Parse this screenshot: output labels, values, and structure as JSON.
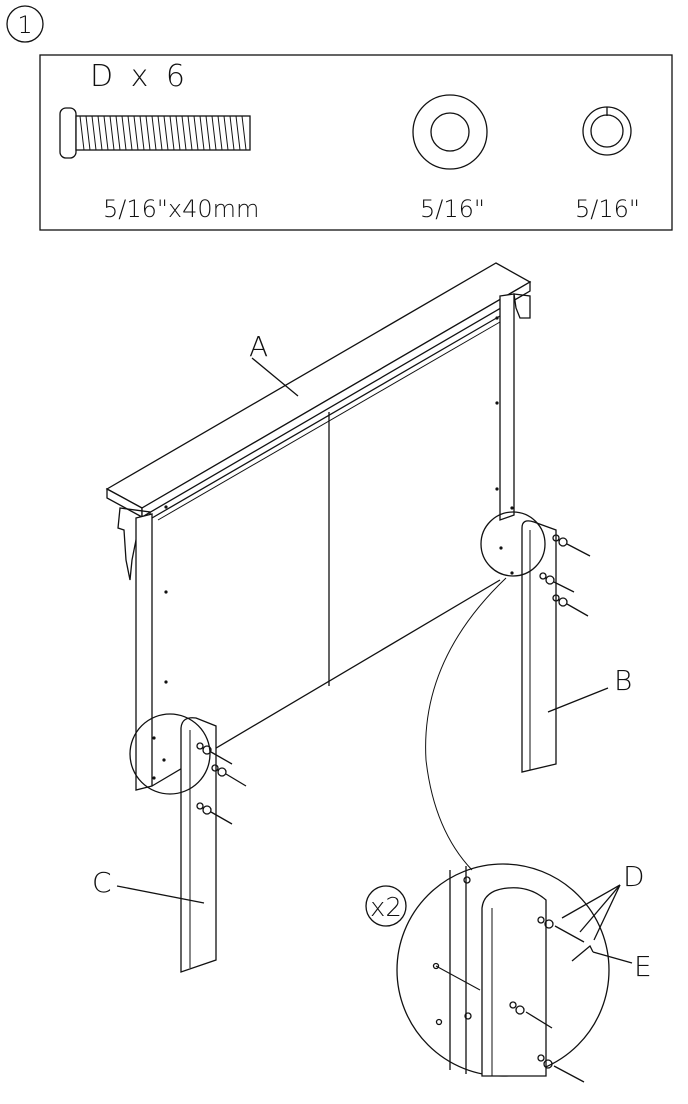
{
  "step": {
    "number": "1"
  },
  "hardware": {
    "part_callout": "D  x  6",
    "bolt_size": "5/16\"x40mm",
    "flat_washer_size": "5/16\"",
    "lock_washer_size": "5/16\""
  },
  "labels": {
    "headboard": "A",
    "right_leg": "B",
    "left_leg": "C",
    "bolts": "D",
    "allen_key": "E",
    "detail_multiplier": "x2"
  }
}
